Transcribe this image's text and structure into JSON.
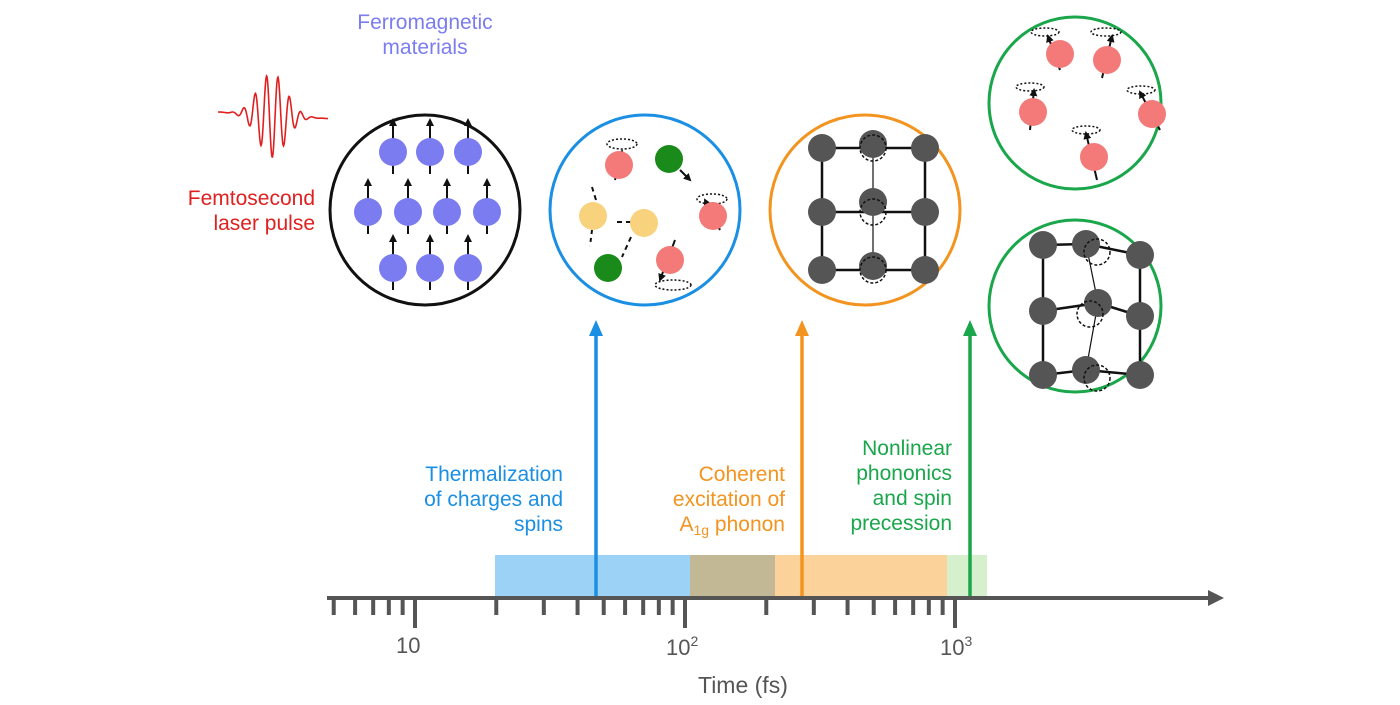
{
  "labels": {
    "ferromagnetic": [
      "Ferromagnetic",
      "materials"
    ],
    "femtosecond": [
      "Femtosecond",
      "laser pulse"
    ],
    "thermalization": [
      "Thermalization",
      "of charges and",
      "spins"
    ],
    "coherent": [
      "Coherent",
      "excitation of",
      "A",
      "1g",
      " phonon"
    ],
    "nonlinear": [
      "Nonlinear",
      "phononics",
      "and spin",
      "precession"
    ]
  },
  "axis": {
    "title": "Time (fs)",
    "tick_10": "10",
    "tick_100_base": "10",
    "tick_100_exp": "2",
    "tick_1000_base": "10",
    "tick_1000_exp": "3"
  },
  "colors": {
    "blue": "#1a8fe3",
    "orange": "#f39420",
    "green": "#1aa64a",
    "atom_purple": "#7b7cf0",
    "atom_red": "#f47a7a",
    "atom_yellow": "#f9d27e",
    "atom_green": "#1a8a1a",
    "atom_gray": "#555555",
    "band_blue": "#9dd2f7",
    "band_olive": "#c2b896",
    "band_orange": "#fbd39a",
    "band_green": "#d6efcc"
  },
  "icons": {
    "laser": "laser-pulse-wave-icon",
    "spin_arrow": "spin-up-arrow-icon",
    "precession": "precession-loop-icon"
  }
}
